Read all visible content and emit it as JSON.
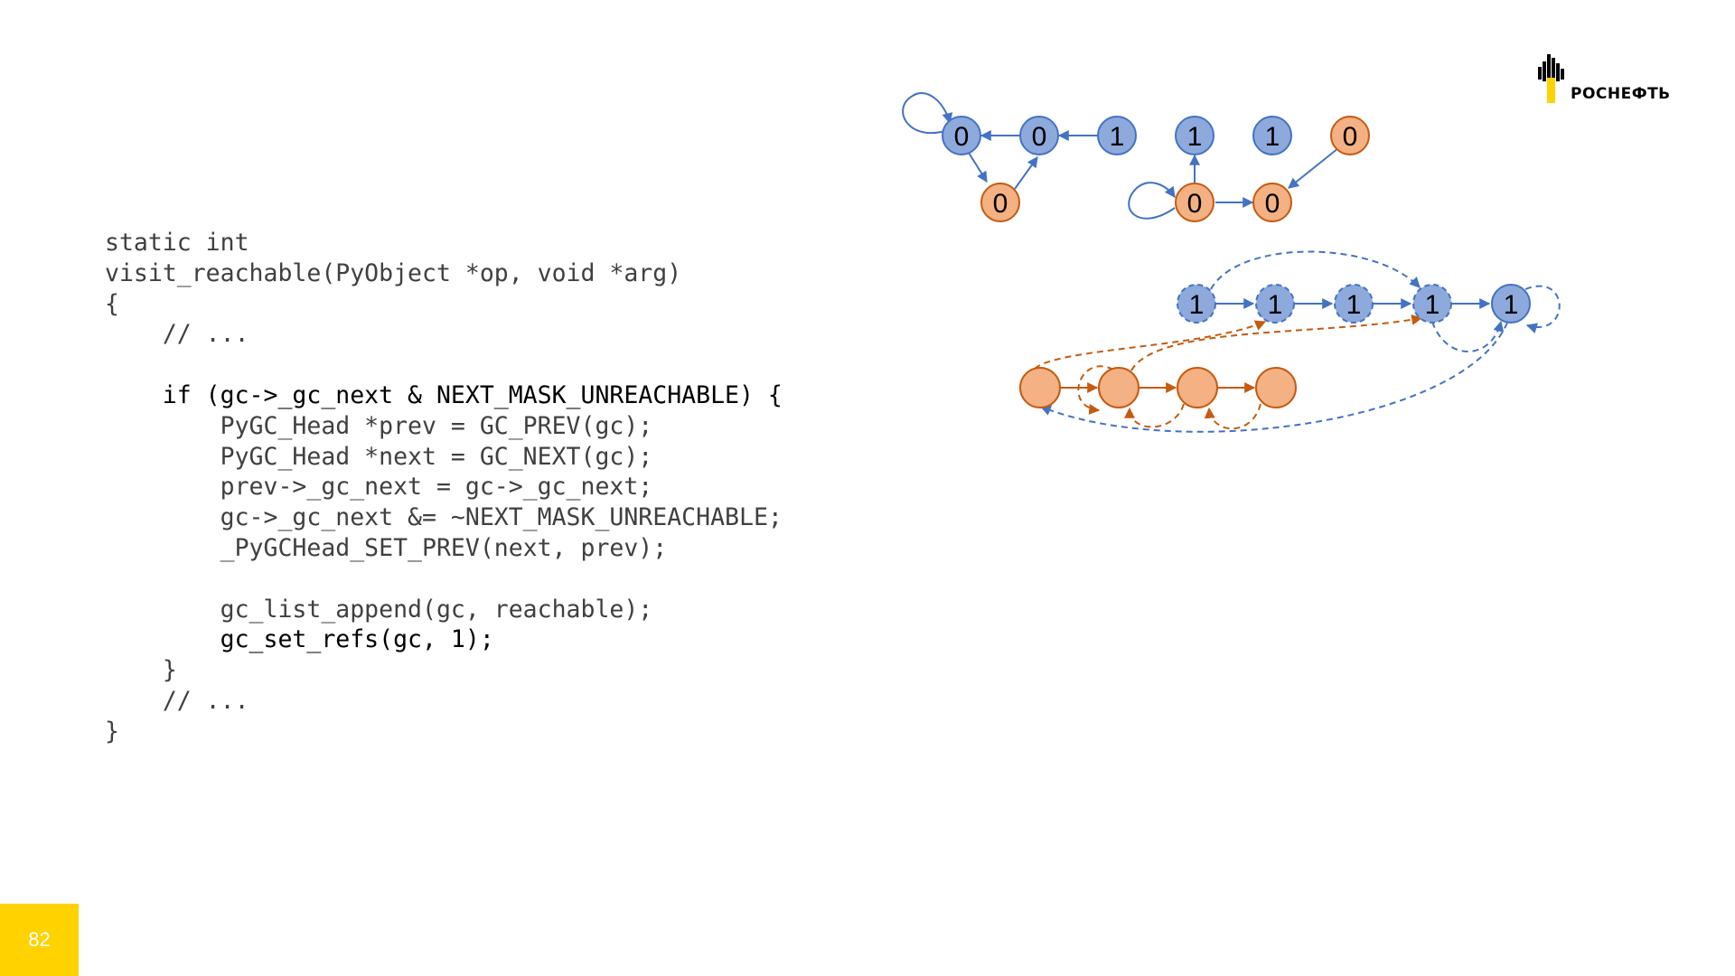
{
  "slide": {
    "page_number": "82",
    "logo_text": "РОСНЕФТЬ"
  },
  "code": {
    "lines": [
      "static int",
      "visit_reachable(PyObject *op, void *arg)",
      "{",
      "    // ...",
      "",
      "    if (gc->_gc_next & NEXT_MASK_UNREACHABLE) {",
      "        PyGC_Head *prev = GC_PREV(gc);",
      "        PyGC_Head *next = GC_NEXT(gc);",
      "        prev->_gc_next = gc->_gc_next;",
      "        gc->_gc_next &= ~NEXT_MASK_UNREACHABLE;",
      "        _PyGCHead_SET_PREV(next, prev);",
      "",
      "        gc_list_append(gc, reachable);",
      "        gc_set_refs(gc, 1);",
      "    }",
      "    // ...",
      "}"
    ],
    "highlighted_lines": [
      5,
      13
    ]
  },
  "diagram": {
    "colors": {
      "blue_fill": "#8EA9DB",
      "blue_stroke": "#4472C4",
      "orange_fill": "#F4B183",
      "orange_stroke": "#C55A11"
    },
    "top_graph_labels": [
      "0",
      "0",
      "1",
      "0",
      "1",
      "1",
      "0",
      "0",
      "0"
    ],
    "blue_list_labels": [
      "1",
      "1",
      "1",
      "1",
      "1"
    ],
    "orange_list_labels": [
      "",
      "",
      "",
      ""
    ]
  }
}
